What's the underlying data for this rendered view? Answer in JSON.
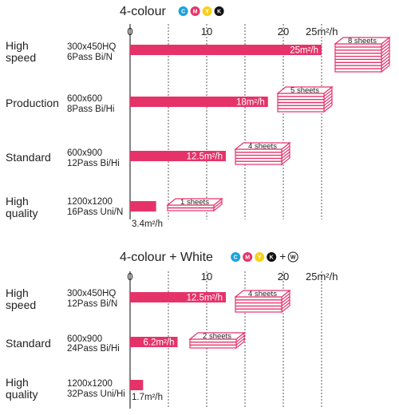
{
  "colors": {
    "bar": "#e5336a",
    "ink_cyan": "#1aa3dd",
    "ink_magenta": "#e5336a",
    "ink_yellow": "#f7d117",
    "ink_black": "#111111",
    "ink_white": "#ffffff"
  },
  "chart_data": [
    {
      "type": "bar",
      "orientation": "horizontal",
      "title": "4-colour",
      "ink_badges": [
        "C",
        "M",
        "Y",
        "K"
      ],
      "xlim": [
        0,
        25
      ],
      "x_ticks": [
        "0",
        "10",
        "20",
        "25m²/h"
      ],
      "x_tick_values": [
        0,
        10,
        20,
        25
      ],
      "grid": "vertical dashed lines at 5-unit steps",
      "unit": "m²/h",
      "categories": [
        {
          "name_lines": [
            "High",
            "speed"
          ],
          "mode_lines": [
            "300x450HQ",
            "6Pass Bi/N"
          ],
          "value": 25,
          "value_label": "25m²/h",
          "sheets": 8,
          "sheets_label": "8 sheets"
        },
        {
          "name_lines": [
            "Production"
          ],
          "mode_lines": [
            "600x600",
            "8Pass Bi/Hi"
          ],
          "value": 18,
          "value_label": "18m²/h",
          "sheets": 5,
          "sheets_label": "5 sheets"
        },
        {
          "name_lines": [
            "Standard"
          ],
          "mode_lines": [
            "600x900",
            "12Pass Bi/Hi"
          ],
          "value": 12.5,
          "value_label": "12.5m²/h",
          "sheets": 4,
          "sheets_label": "4 sheets"
        },
        {
          "name_lines": [
            "High",
            "quality"
          ],
          "mode_lines": [
            "1200x1200",
            "16Pass Uni/N"
          ],
          "value": 3.4,
          "value_label": "3.4m²/h",
          "sheets": 1,
          "sheets_label": "1 sheets"
        }
      ]
    },
    {
      "type": "bar",
      "orientation": "horizontal",
      "title": "4-colour + White",
      "ink_badges": [
        "C",
        "M",
        "Y",
        "K",
        "+",
        "W"
      ],
      "xlim": [
        0,
        25
      ],
      "x_ticks": [
        "0",
        "10",
        "20",
        "25m²/h"
      ],
      "x_tick_values": [
        0,
        10,
        20,
        25
      ],
      "grid": "vertical dashed lines at 5-unit steps",
      "unit": "m²/h",
      "categories": [
        {
          "name_lines": [
            "High",
            "speed"
          ],
          "mode_lines": [
            "300x450HQ",
            "12Pass Bi/N"
          ],
          "value": 12.5,
          "value_label": "12.5m²/h",
          "sheets": 4,
          "sheets_label": "4 sheets"
        },
        {
          "name_lines": [
            "Standard"
          ],
          "mode_lines": [
            "600x900",
            "24Pass Bi/Hi"
          ],
          "value": 6.2,
          "value_label": "6.2m²/h",
          "sheets": 2,
          "sheets_label": "2 sheets"
        },
        {
          "name_lines": [
            "High",
            "quality"
          ],
          "mode_lines": [
            "1200x1200",
            "32Pass Uni/Hi"
          ],
          "value": 1.7,
          "value_label": "1.7m²/h",
          "sheets": 0,
          "sheets_label": ""
        }
      ]
    }
  ]
}
